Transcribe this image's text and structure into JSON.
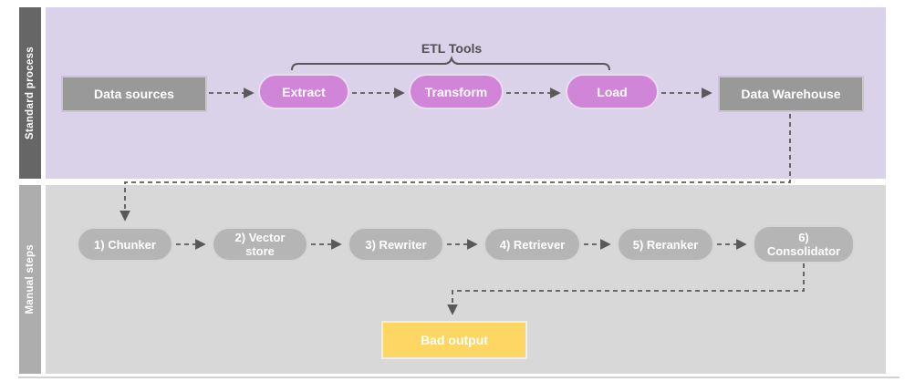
{
  "page": {
    "background": "#ffffff"
  },
  "lanes": {
    "standard": {
      "label": "Standard process",
      "band_color": "#666666",
      "bg_color": "#d9d2e9"
    },
    "manual": {
      "label": "Manual steps",
      "band_color": "#adadad",
      "bg_color": "#d8d8d8"
    }
  },
  "standard_process": {
    "bracket_label": "ETL Tools",
    "nodes": {
      "data_sources": {
        "label": "Data sources",
        "fill": "#999999"
      },
      "extract": {
        "label": "Extract",
        "fill": "#d085d8"
      },
      "transform": {
        "label": "Transform",
        "fill": "#d085d8"
      },
      "load": {
        "label": "Load",
        "fill": "#d085d8"
      },
      "data_warehouse": {
        "label": "Data Warehouse",
        "fill": "#999999"
      }
    }
  },
  "manual_steps": {
    "pill_fill": "#b5b5b5",
    "nodes": [
      {
        "label": "1) Chunker"
      },
      {
        "label": "2) Vector\nstore"
      },
      {
        "label": "3) Rewriter"
      },
      {
        "label": "4) Retriever"
      },
      {
        "label": "5) Reranker"
      },
      {
        "label": "6)\nConsolidator"
      }
    ],
    "bad_output": {
      "label": "Bad output",
      "fill": "#fdd663"
    }
  },
  "connector_color": "#595959"
}
